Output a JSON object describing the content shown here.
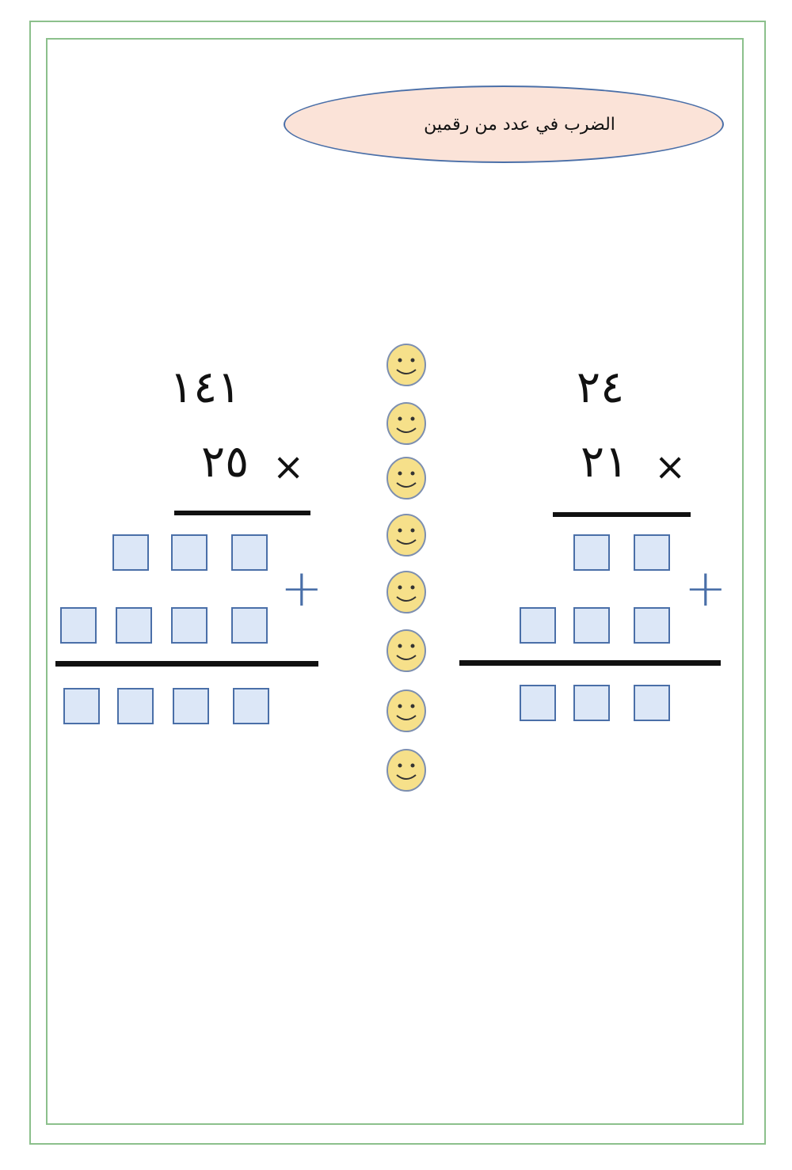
{
  "worksheet": {
    "title": "الضرب في عدد من رقمين",
    "left_problem": {
      "multiplicand": "١٤١",
      "multiplier": "٢٥",
      "operator": "×",
      "plus_sign": "+",
      "partial_row_1_boxes": 3,
      "partial_row_2_boxes": 4,
      "result_boxes": 4
    },
    "right_problem": {
      "multiplicand": "٢٤",
      "multiplier": "٢١",
      "operator": "×",
      "plus_sign": "+",
      "partial_row_1_boxes": 2,
      "partial_row_2_boxes": 3,
      "result_boxes": 3
    },
    "smiley_count": 8
  },
  "colors": {
    "frame_border": "#8cc08c",
    "oval_fill": "#fbe3d8",
    "oval_border": "#4a6fa8",
    "box_fill": "#dce7f7",
    "box_border": "#4a6fa8",
    "plus_color": "#4a6fa8",
    "smiley_fill": "#f6e08a",
    "smiley_border": "#7d8fb0"
  }
}
